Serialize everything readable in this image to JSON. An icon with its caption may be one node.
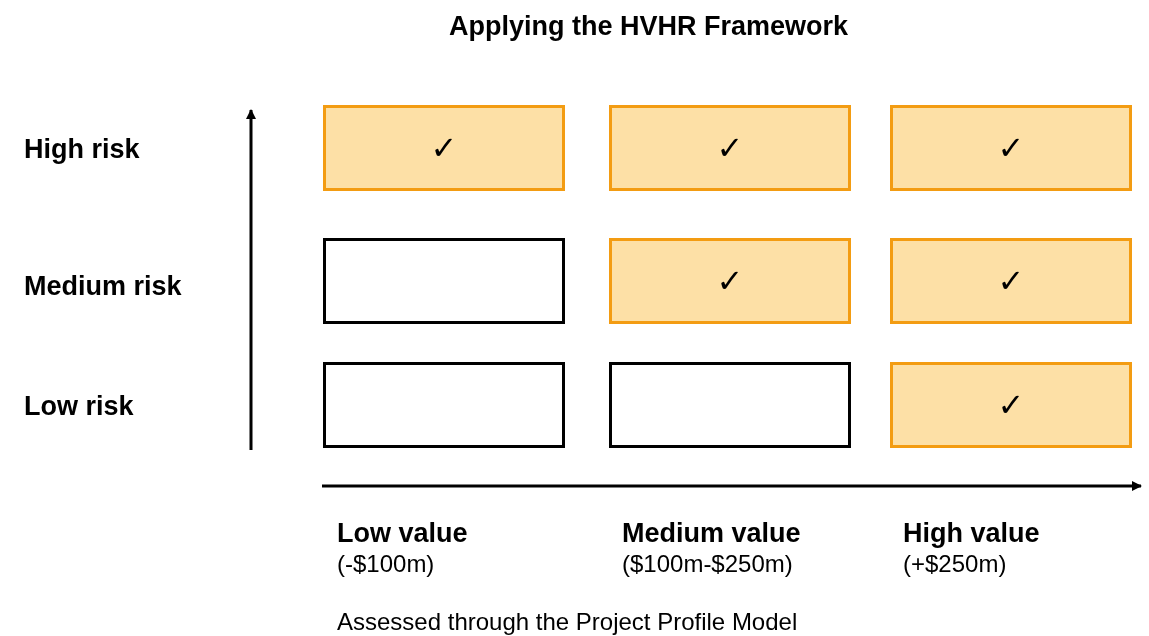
{
  "diagram": {
    "title": "Applying the HVHR Framework",
    "nodes": [
      {
        "text": [
          "✓"
        ]
      },
      {
        "text": [
          "✓"
        ]
      },
      {
        "text": [
          "✓"
        ]
      },
      {
        "text": [],
        "shape": "box"
      },
      {
        "text": [
          "✓"
        ]
      },
      {
        "text": [
          "✓"
        ]
      },
      {
        "text": [],
        "shape": "box"
      },
      {
        "text": [],
        "shape": "box"
      },
      {
        "text": [
          "✓"
        ]
      }
    ],
    "labels": [
      "High risk",
      "Medium risk",
      "Low risk",
      "Low value",
      "(-$100m)",
      "Medium value",
      "($100m-$250m)",
      "High value",
      "(+$250m)",
      "Assessed through the Project Profile Model"
    ]
  }
}
